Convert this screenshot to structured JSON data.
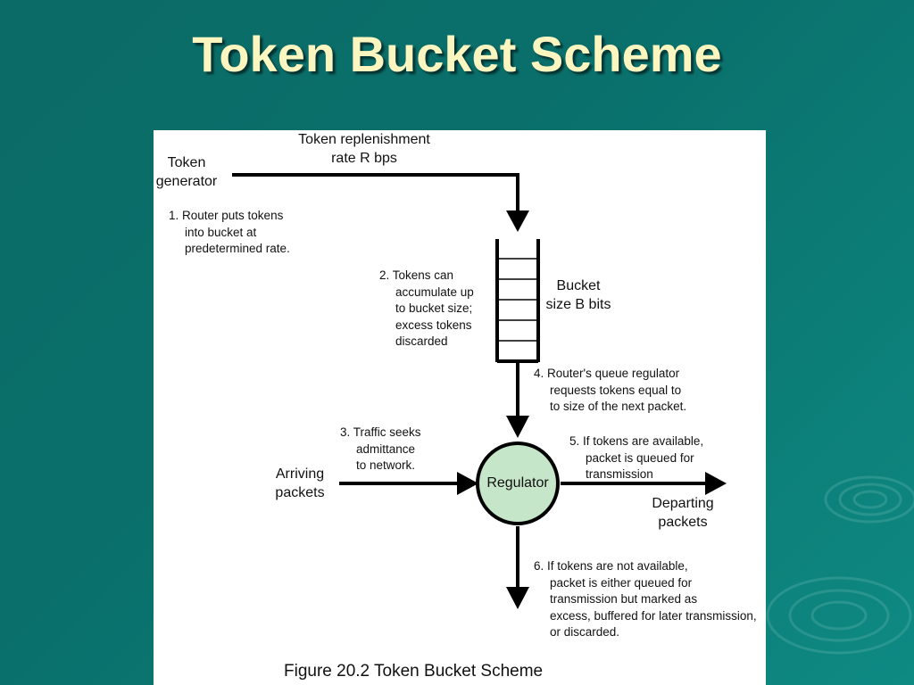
{
  "slide": {
    "title": "Token Bucket Scheme"
  },
  "figure": {
    "token_generator": [
      "Token",
      "generator"
    ],
    "replenishment": [
      "Token replenishment",
      "rate R bps"
    ],
    "step1": [
      "1. Router puts tokens",
      "into bucket at",
      "predetermined rate."
    ],
    "step2": [
      "2. Tokens can",
      "accumulate up",
      "to bucket size;",
      "excess tokens",
      "discarded"
    ],
    "bucket": [
      "Bucket",
      "size B bits"
    ],
    "step4": [
      "4. Router's queue regulator",
      "requests tokens equal to",
      "to size of the next packet."
    ],
    "step3": [
      "3. Traffic seeks",
      "admittance",
      "to network."
    ],
    "arriving": [
      "Arriving",
      "packets"
    ],
    "regulator": "Regulator",
    "step5": [
      "5. If tokens are available,",
      "packet is queued for",
      "transmission"
    ],
    "departing": [
      "Departing",
      "packets"
    ],
    "step6": [
      "6. If tokens are not available,",
      "packet is either queued for",
      "transmission but marked as",
      "excess, buffered for later transmission,",
      "or discarded."
    ],
    "caption": "Figure 20.2  Token Bucket Scheme",
    "colors": {
      "regulator_fill": "#c5e6c8",
      "line": "#000000",
      "title": "#fbf5c0"
    }
  }
}
